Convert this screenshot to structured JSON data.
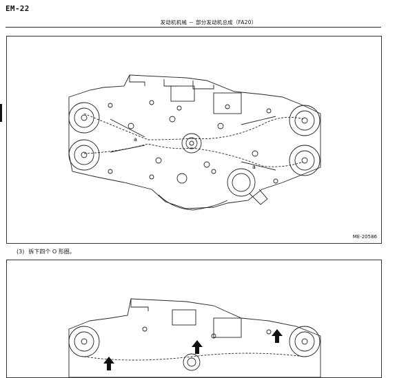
{
  "header": {
    "page_number": "EM-22",
    "title": "发动机机械 － 部分发动机总成（FA20）"
  },
  "figure_1": {
    "id": "ME-20586",
    "callout": "a"
  },
  "step": {
    "number": "(3)",
    "text": "拆下四个 O 形圈。"
  },
  "colors": {
    "ink": "#111111",
    "paper": "#ffffff"
  }
}
